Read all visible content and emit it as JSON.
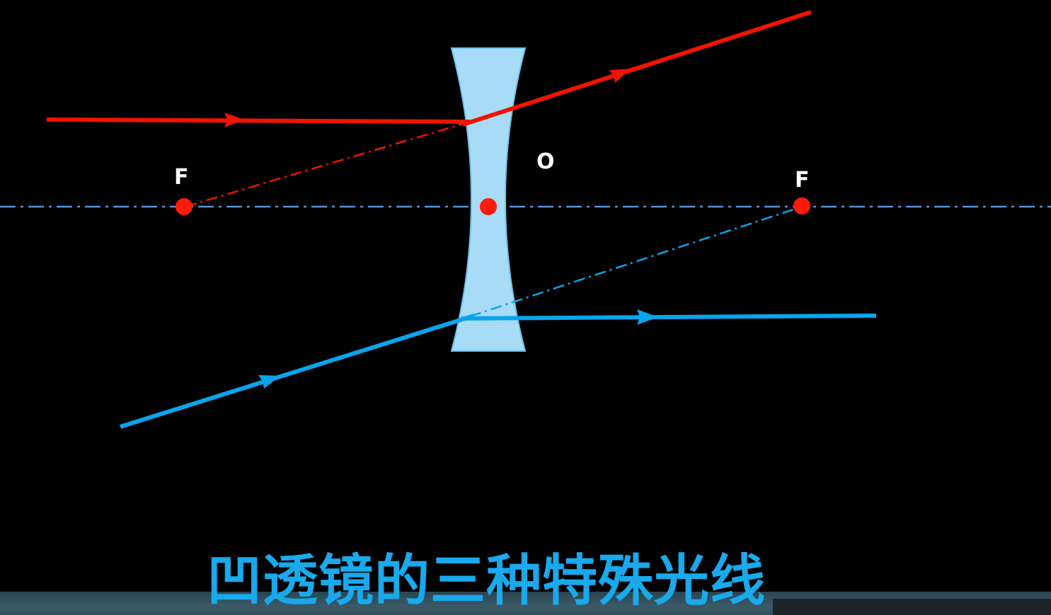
{
  "diagram": {
    "labels": {
      "focus_left": "F",
      "optical_center": "O",
      "focus_right": "F"
    },
    "title": "凹透镜的三种特殊光线"
  },
  "colors": {
    "background": "#000000",
    "red_ray": "#f01400",
    "blue_ray": "#0aa4ec",
    "axis": "#5b8fd6",
    "lens_fill": "#a8dcf6",
    "lens_edge": "#6cc3ee",
    "point": "#ff1a0a",
    "label": "#ffffff",
    "title": "#19a9ec"
  }
}
